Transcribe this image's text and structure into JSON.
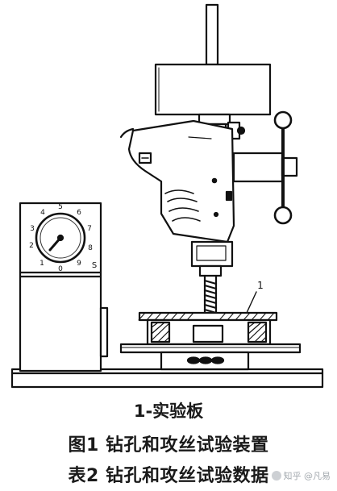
{
  "figure": {
    "callout_label": "1",
    "dial_numbers": [
      "0",
      "1",
      "2",
      "3",
      "4",
      "5",
      "6",
      "7",
      "8",
      "9"
    ],
    "dial_unit": "S"
  },
  "captions": {
    "legend": "1-实验板",
    "figure_title": "图1 钻孔和攻丝试验装置",
    "table_title": "表2 钻孔和攻丝试验数据"
  },
  "watermark": {
    "text": "知乎 @凡易"
  }
}
